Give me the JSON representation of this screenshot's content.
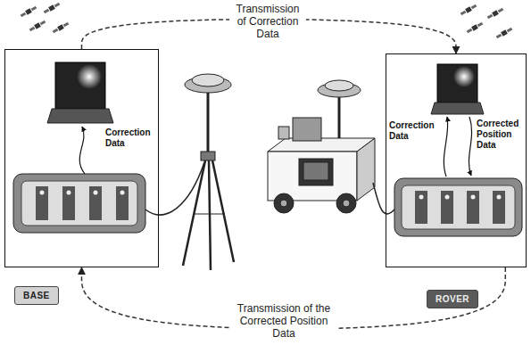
{
  "diagram": {
    "nodes": [
      {
        "text": [
          "BASE"
        ]
      },
      {
        "text": [
          "ROVER"
        ]
      }
    ],
    "edges": [
      {
        "from": 0,
        "to": 1,
        "arrow": "to",
        "label": "Transmission of Correction Data"
      },
      {
        "from": 1,
        "to": 0,
        "arrow": "to",
        "label": "Transmission of the Corrected Position Data"
      }
    ],
    "labels": [
      "Correction Data",
      "Correction Data",
      "Corrected Position Data"
    ]
  }
}
